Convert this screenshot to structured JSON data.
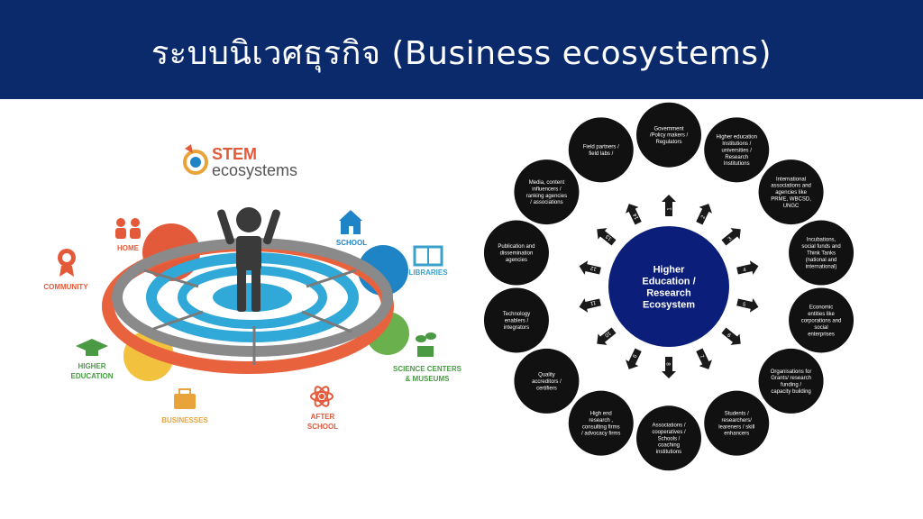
{
  "slide": {
    "title": "ระบบนิเวศธุรกิจ (Business ecosystems)",
    "header_color": "#0a2a6b"
  },
  "stem": {
    "logo_top": "STEM",
    "logo_bottom": "ecosystems",
    "labels": [
      {
        "key": "home",
        "lines": [
          "HOME"
        ],
        "color": "#e25a3a",
        "icon": "family-icon"
      },
      {
        "key": "school",
        "lines": [
          "SCHOOL"
        ],
        "color": "#1f84c6",
        "icon": "schoolhouse-icon"
      },
      {
        "key": "libraries",
        "lines": [
          "LIBRARIES"
        ],
        "color": "#3aa0c8",
        "icon": "book-icon"
      },
      {
        "key": "community",
        "lines": [
          "COMMUNITY"
        ],
        "color": "#e25a3a",
        "icon": "ribbon-badge-icon"
      },
      {
        "key": "higher-education",
        "lines": [
          "HIGHER",
          "EDUCATION"
        ],
        "color": "#4a9a44",
        "icon": "graduation-cap-icon"
      },
      {
        "key": "science-centers",
        "lines": [
          "SCIENCE CENTERS",
          "& MUSEUMS"
        ],
        "color": "#4a9a44",
        "icon": "plant-icon"
      },
      {
        "key": "businesses",
        "lines": [
          "BUSINESSES"
        ],
        "color": "#e8a43a",
        "icon": "briefcase-icon"
      },
      {
        "key": "after-school",
        "lines": [
          "AFTER",
          "SCHOOL"
        ],
        "color": "#e25a3a",
        "icon": "atom-icon"
      }
    ]
  },
  "hub": {
    "center_lines": [
      "Higher",
      "Education /",
      "Research",
      "Ecosystem"
    ],
    "center_color": "#0b1f7a",
    "nodes": [
      {
        "num": "1",
        "lines": [
          "Government",
          "/Policy makers /",
          "Regulators"
        ]
      },
      {
        "num": "2",
        "lines": [
          "Higher education",
          "Institutions /",
          "universities /",
          "Research",
          "Institutions"
        ]
      },
      {
        "num": "3",
        "lines": [
          "International",
          "associations and",
          "agencies like",
          "PRME, WBCSD,",
          "UNGC"
        ]
      },
      {
        "num": "4",
        "lines": [
          "Incubations,",
          "social funds and",
          "Think Tanks",
          "(national and",
          "international)"
        ]
      },
      {
        "num": "5",
        "lines": [
          "Economic",
          "entities like",
          "corporations and",
          "social",
          "enterprises"
        ]
      },
      {
        "num": "6",
        "lines": [
          "Organisations for",
          "Grants/ research",
          "funding /",
          "capacity building"
        ]
      },
      {
        "num": "7",
        "lines": [
          "Students /",
          "researchers/",
          "leareners / skill",
          "enhancers"
        ]
      },
      {
        "num": "8",
        "lines": [
          "Associations /",
          "cooperatives /",
          "Schools /",
          "coaching",
          "institutions"
        ]
      },
      {
        "num": "9",
        "lines": [
          "High end",
          "research ,",
          "consulting firms",
          "/ advocacy firms"
        ]
      },
      {
        "num": "10",
        "lines": [
          "Quality",
          "accreditors /",
          "certifiers"
        ]
      },
      {
        "num": "11",
        "lines": [
          "Technology",
          "enablers /",
          "integrators"
        ]
      },
      {
        "num": "12",
        "lines": [
          "Publication and",
          "dissemination",
          "agencies"
        ]
      },
      {
        "num": "13",
        "lines": [
          "Media, content",
          "influencers /",
          "ranking agencies",
          "/ associations"
        ]
      },
      {
        "num": "14",
        "lines": [
          "Field partners /",
          "field labs /"
        ]
      }
    ]
  }
}
